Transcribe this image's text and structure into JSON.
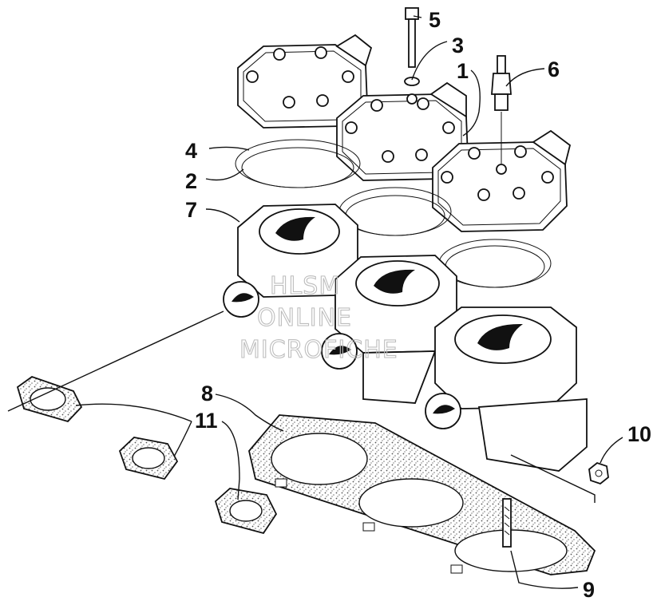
{
  "callouts": {
    "c1": "1",
    "c2": "2",
    "c3": "3",
    "c4": "4",
    "c5": "5",
    "c6": "6",
    "c7": "7",
    "c8": "8",
    "c9": "9",
    "c10": "10",
    "c11": "11"
  },
  "watermark": {
    "line1": "HLSM",
    "line2": "ONLINE",
    "line3": "MICROFICHE"
  },
  "colors": {
    "ink": "#111111",
    "paper": "#ffffff",
    "watermark": "#bdbdbd"
  }
}
